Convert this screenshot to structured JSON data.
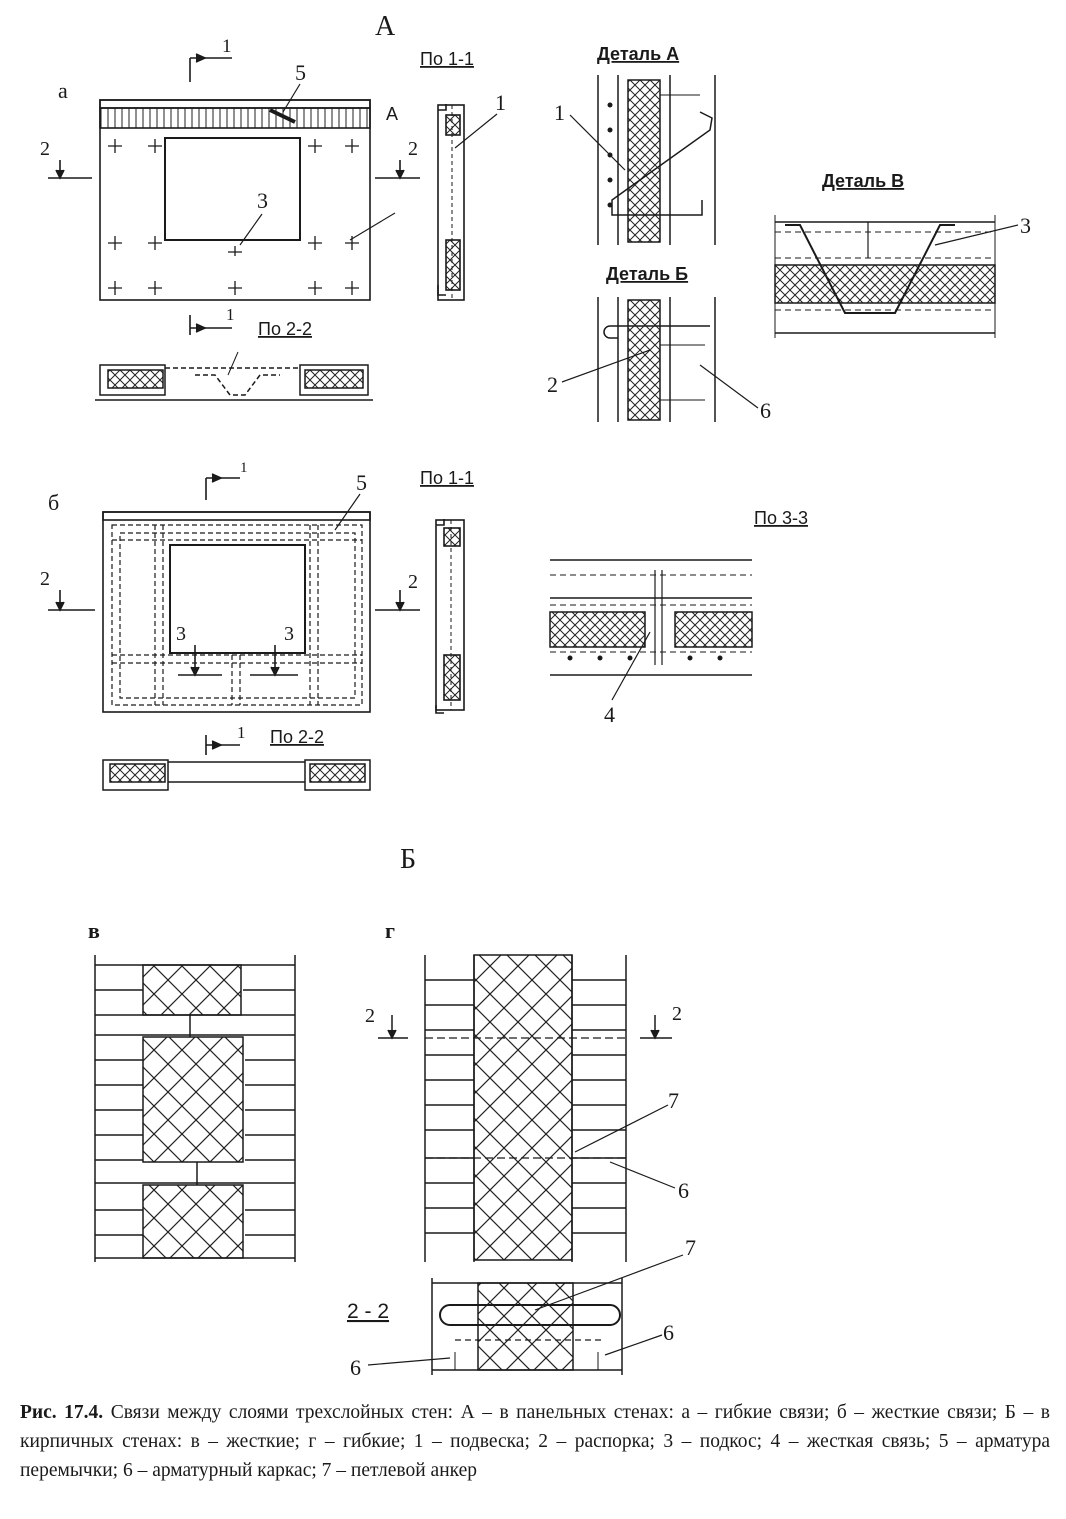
{
  "section_a_title": "А",
  "section_b_title": "Б",
  "sub_a": "а",
  "sub_b": "б",
  "sub_v": "в",
  "sub_g": "г",
  "cut_1": "1",
  "cut_2": "2",
  "cut_3": "3",
  "section_1_1_label": "По 1-1",
  "section_2_2_label": "По 2-2",
  "section_3_3_label": "По 3-3",
  "section_2_2_g": "2 - 2",
  "detail_a_label": "Деталь А",
  "detail_b_label": "Деталь Б",
  "detail_v_label": "Деталь В",
  "callout_marker_a": "А",
  "callouts": {
    "n1": "1",
    "n2": "2",
    "n3": "3",
    "n4": "4",
    "n5": "5",
    "n6": "6",
    "n7": "7"
  },
  "caption": {
    "prefix": "Рис. 17.4.",
    "text": "Связи между слоями трехслойных стен: А – в панельных стенах: а – гибкие связи; б – жесткие связи; Б – в кирпичных стенах: в – жесткие; г – гибкие; 1 – подвеска; 2 – распорка; 3 – подкос; 4 – жесткая связь; 5 – арматура перемычки; 6 – арматурный каркас; 7 – петлевой анкер"
  }
}
